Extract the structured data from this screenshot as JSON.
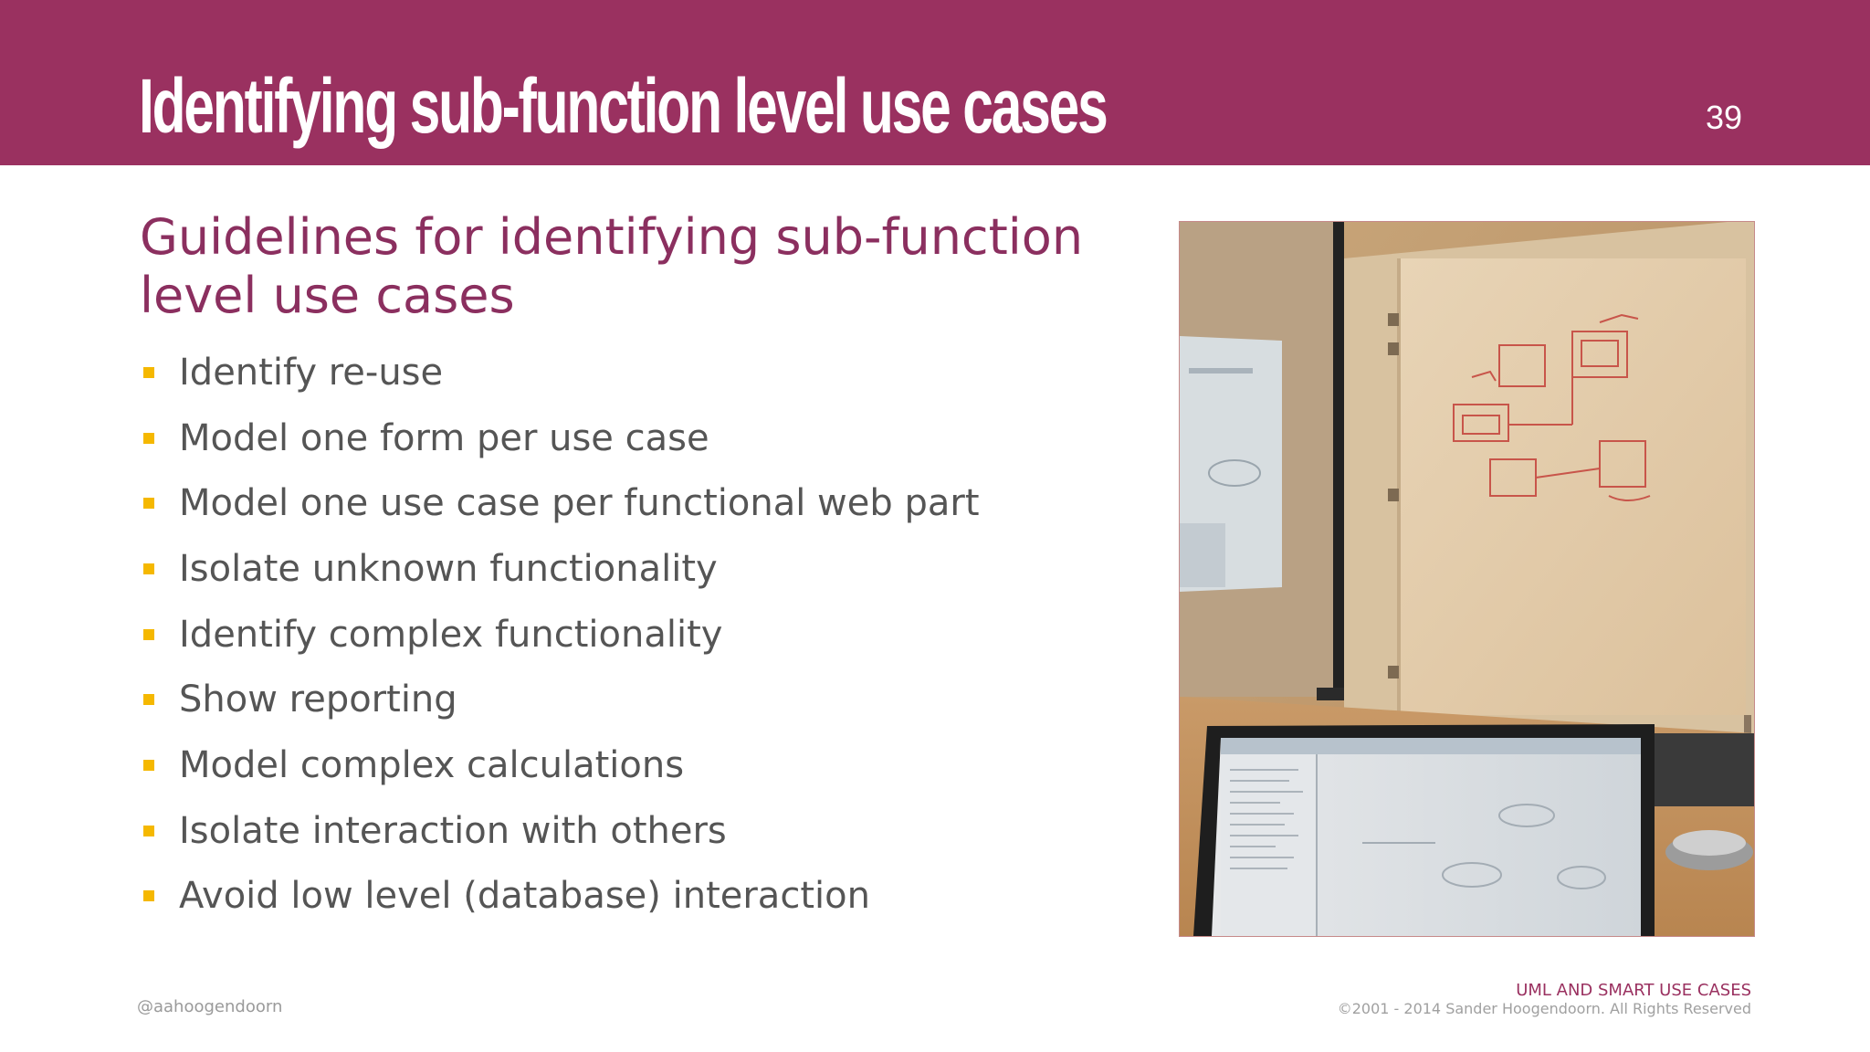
{
  "header": {
    "title": "Identifying sub-function level use cases",
    "page_number": "39",
    "background_color": "#9a3160"
  },
  "content": {
    "subtitle": "Guidelines for identifying sub-function level use cases",
    "bullet_color": "#f5b800",
    "bullets": [
      "Identify re-use",
      "Model one form per use case",
      "Model one use case per functional web part",
      "Isolate unknown functionality",
      "Identify complex functionality",
      "Show reporting",
      "Model complex calculations",
      "Isolate interaction with others",
      "Avoid low level (database) interaction"
    ]
  },
  "footer": {
    "handle": "@aahoogendoorn",
    "course": "UML AND SMART USE CASES",
    "copyright": "©2001 - 2014 Sander Hoogendoorn. All Rights Reserved"
  }
}
